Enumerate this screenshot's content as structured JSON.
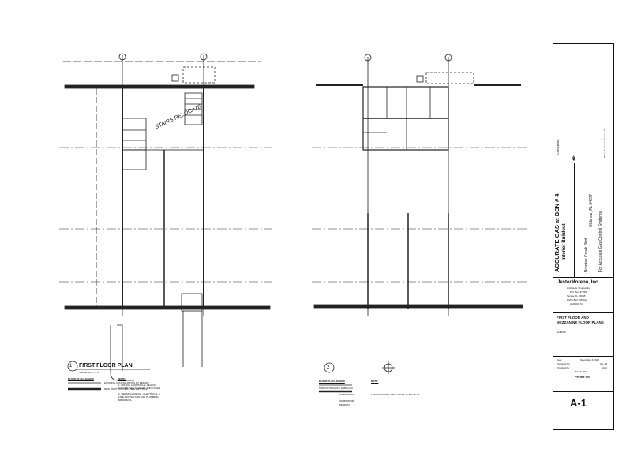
{
  "titleblock": {
    "project_title": "ACCURATE GAS at BCN # 4",
    "project_subtitle": "Interior Buildout",
    "address_line1": "Brooker Creek Blvd.",
    "address_line2": "Oldsmar, FL  34677",
    "client": "For Accurate Gas Control Systems",
    "firm_name": "JesterMoreno, Inc.",
    "firm_line1": "Architects / Consulting",
    "firm_line2": "P.O. Box 372587",
    "firm_line3": "Tampa, FL  33688",
    "firm_line4": "Ph/Fx 813.768.6A2",
    "firm_line5": "AA0003474",
    "sheet_title": "FIRST FLOOR AND MEZZANINE FLOOR PLANS",
    "sheet_sub": "RedlChK",
    "date_label": "Date:",
    "date_value": "November 4.2026",
    "prepared_label": "Prepared by:",
    "prepared_value": "AC-JM",
    "checked_label": "Checked by:",
    "checked_value": "ACM",
    "job_label": "JM-CS-PM",
    "set_label": "Permit Set",
    "sheet_number": "A-1",
    "consultant_label": "Consultant:",
    "seal_label": "Blaise C. Jester Moreno, RA"
  },
  "left_plan": {
    "title_number": "1",
    "title": "FIRST FLOOR PLAN",
    "scale": "SCALE: 1/8\" = 1'-0\"",
    "legend_title": "FLOOR PLAN LEGEND",
    "notes_title": "NOTE:",
    "handwritten": "STAIRS RELOCATE",
    "legend_items": [
      "EXISTING CONSTRUCTION TO REMAIN",
      "NEW PARTITION WALL SEE DET. 5/A-2"
    ],
    "notes_items": [
      "1. INSTALL ACOUSTICAL CEILING SYSTEM, SEE FINISHES AND COVER.",
      "2. SEE MECHANICAL, ELECTRICAL & FIRE PROTECTION AND PLUMBING DRAWINGS."
    ]
  },
  "right_plan": {
    "title_number": "2",
    "legend_title": "FLOOR PLAN LEGEND",
    "notes_title": "NOTE:",
    "legend_line": "TONICWTWCHON I  HdBiFsrAC",
    "notes_line": "* MOJONCTWAFL*BNG WORK by BY OTHR",
    "extra1": "KWMTWKNTL",
    "extra2": "SW0DWRNM",
    "extra3": "MDMCTV"
  }
}
